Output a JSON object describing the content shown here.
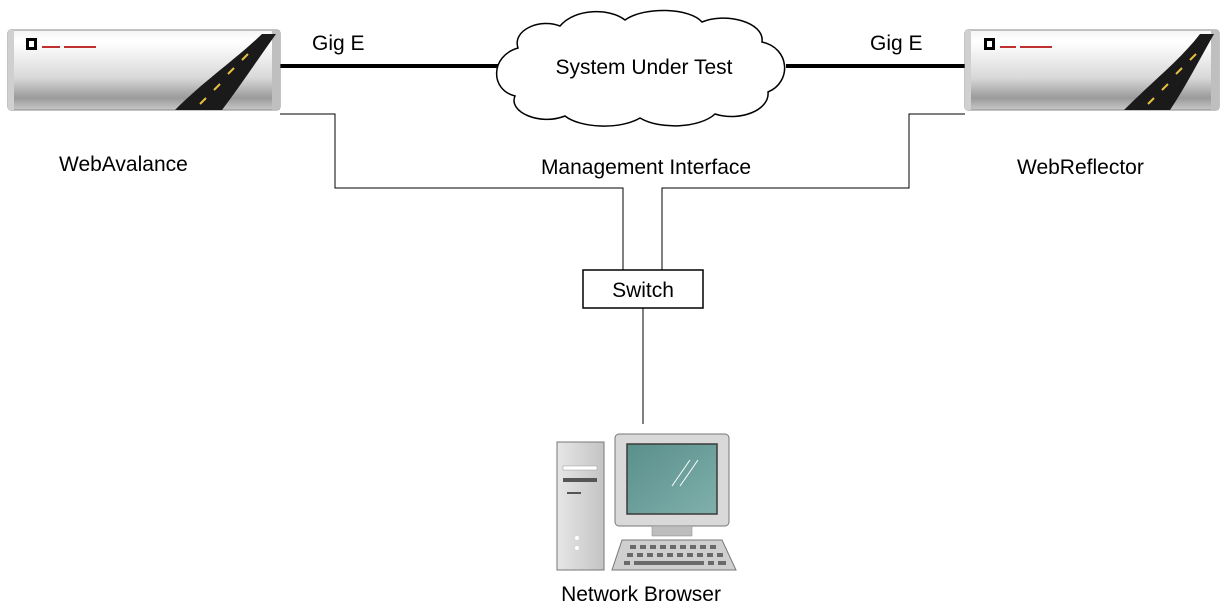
{
  "diagram": {
    "links": {
      "left_label": "Gig E",
      "right_label": "Gig E",
      "mgmt_label": "Management Interface"
    },
    "cloud": {
      "label": "System Under Test"
    },
    "devices": {
      "left": {
        "label": "WebAvalance"
      },
      "right": {
        "label": "WebReflector"
      }
    },
    "switch": {
      "label": "Switch"
    },
    "computer": {
      "label": "Network Browser"
    }
  }
}
